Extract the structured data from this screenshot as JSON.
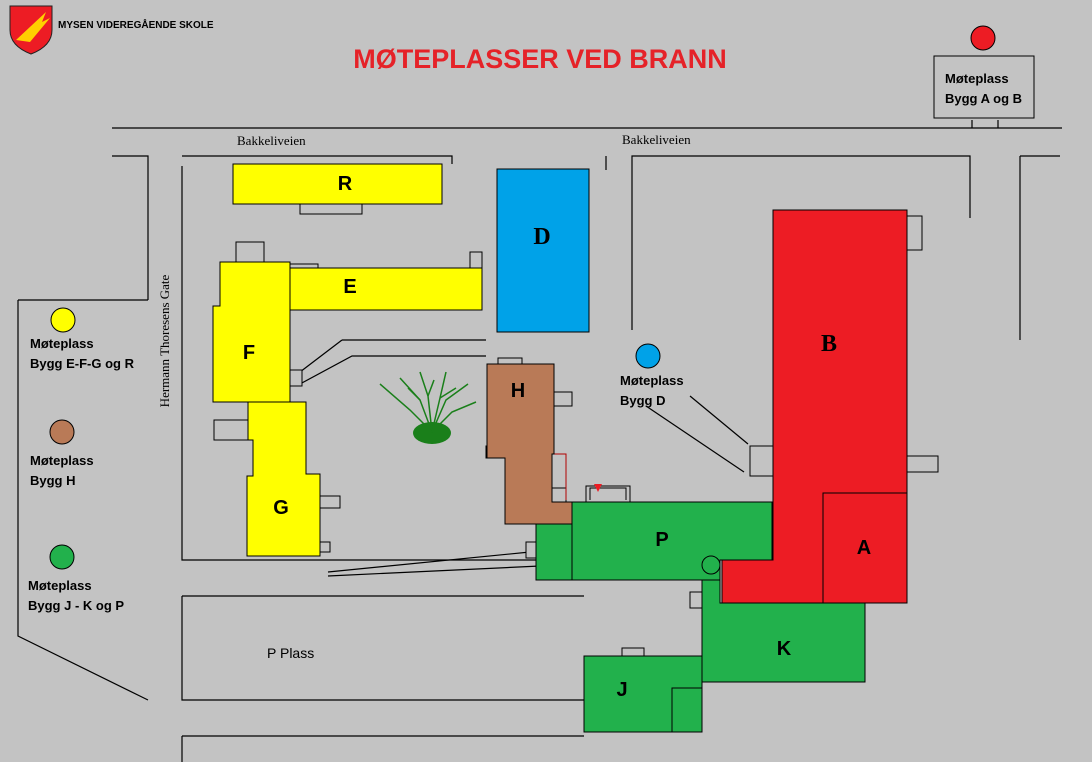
{
  "header": {
    "school_name": "MYSEN VIDEREGÅENDE SKOLE",
    "title": "MØTEPLASSER VED BRANN"
  },
  "roads": {
    "north_left": "Bakkeliveien",
    "north_right": "Bakkeliveien",
    "west": "Hermann Thoresens Gate"
  },
  "buildings": {
    "R": "R",
    "E": "E",
    "F": "F",
    "G": "G",
    "D": "D",
    "H": "H",
    "B": "B",
    "A": "A",
    "P": "P",
    "K": "K",
    "J": "J"
  },
  "assembly_points": {
    "ab": {
      "line1": "Møteplass",
      "line2": "Bygg A og B",
      "color": "#ed1c24"
    },
    "efgr": {
      "line1": "Møteplass",
      "line2": "Bygg E-F-G og R",
      "color": "#ffff00"
    },
    "h": {
      "line1": "Møteplass",
      "line2": "Bygg H",
      "color": "#b97a57"
    },
    "jkp": {
      "line1": "Møteplass",
      "line2": "Bygg J - K og P",
      "color": "#22b14c"
    },
    "d": {
      "line1": "Møteplass",
      "line2": "Bygg D",
      "color": "#00a2e8"
    }
  },
  "parking_label": "P Plass",
  "colors": {
    "yellow": "#ffff00",
    "blue": "#00a2e8",
    "brown": "#b97a57",
    "red": "#ed1c24",
    "green": "#22b14c",
    "tree": "#1a7f1a",
    "title": "#e52228",
    "background": "#c3c3c3"
  }
}
